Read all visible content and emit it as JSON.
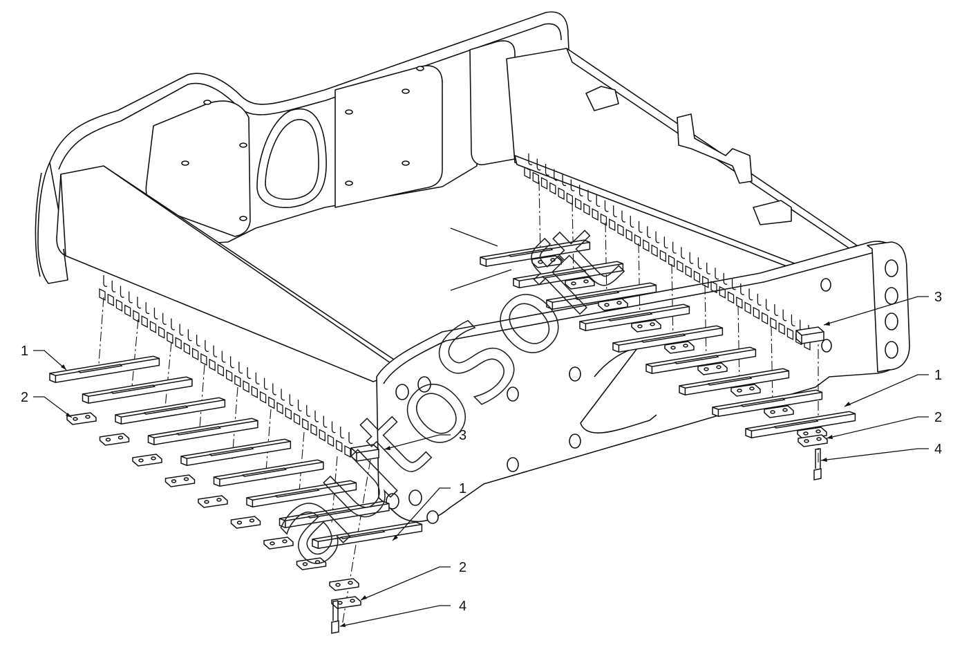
{
  "watermark": "autoSoft",
  "callouts": [
    {
      "id": "left-1",
      "label": "1"
    },
    {
      "id": "left-2",
      "label": "2"
    },
    {
      "id": "mid-3",
      "label": "3"
    },
    {
      "id": "mid-1",
      "label": "1"
    },
    {
      "id": "mid-2",
      "label": "2"
    },
    {
      "id": "mid-4",
      "label": "4"
    },
    {
      "id": "right-3",
      "label": "3"
    },
    {
      "id": "right-1",
      "label": "1"
    },
    {
      "id": "right-2",
      "label": "2"
    },
    {
      "id": "right-4",
      "label": "4"
    }
  ],
  "colors": {
    "line": "#111111",
    "fill": "#ffffff"
  }
}
